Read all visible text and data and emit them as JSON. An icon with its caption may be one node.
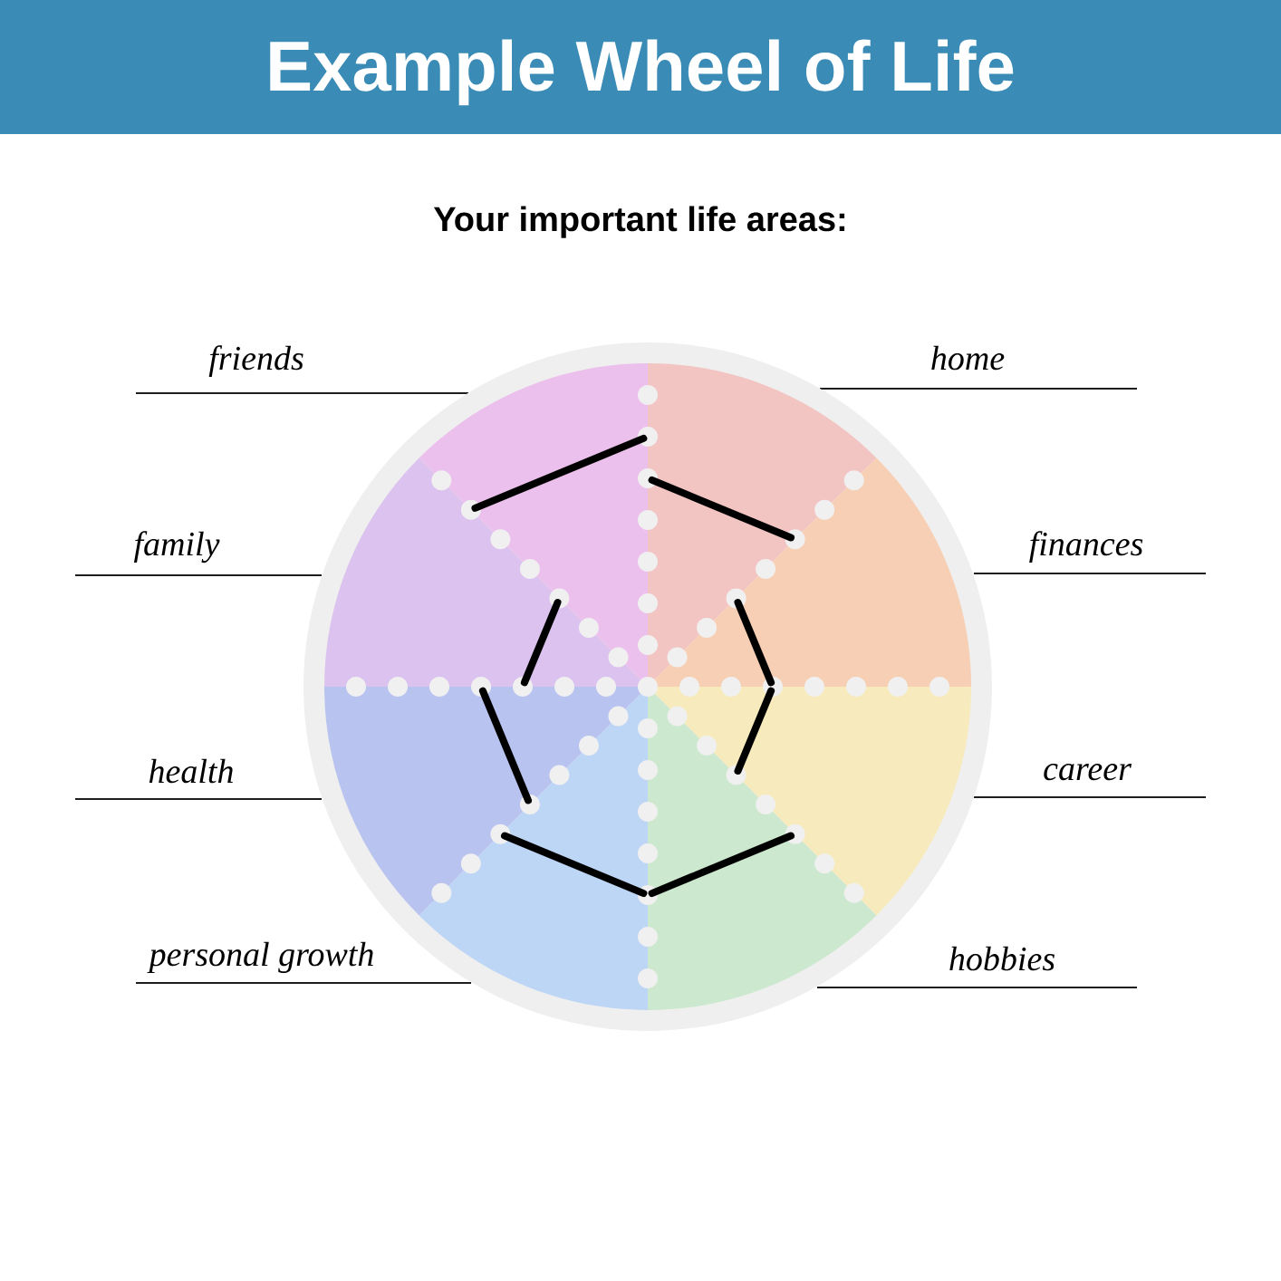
{
  "diagram": {
    "title": "Example Wheel of Life",
    "labels": [
      "Your important life areas:",
      "friends",
      "home",
      "family",
      "finances",
      "health",
      "career",
      "personal growth",
      "hobbies"
    ]
  }
}
